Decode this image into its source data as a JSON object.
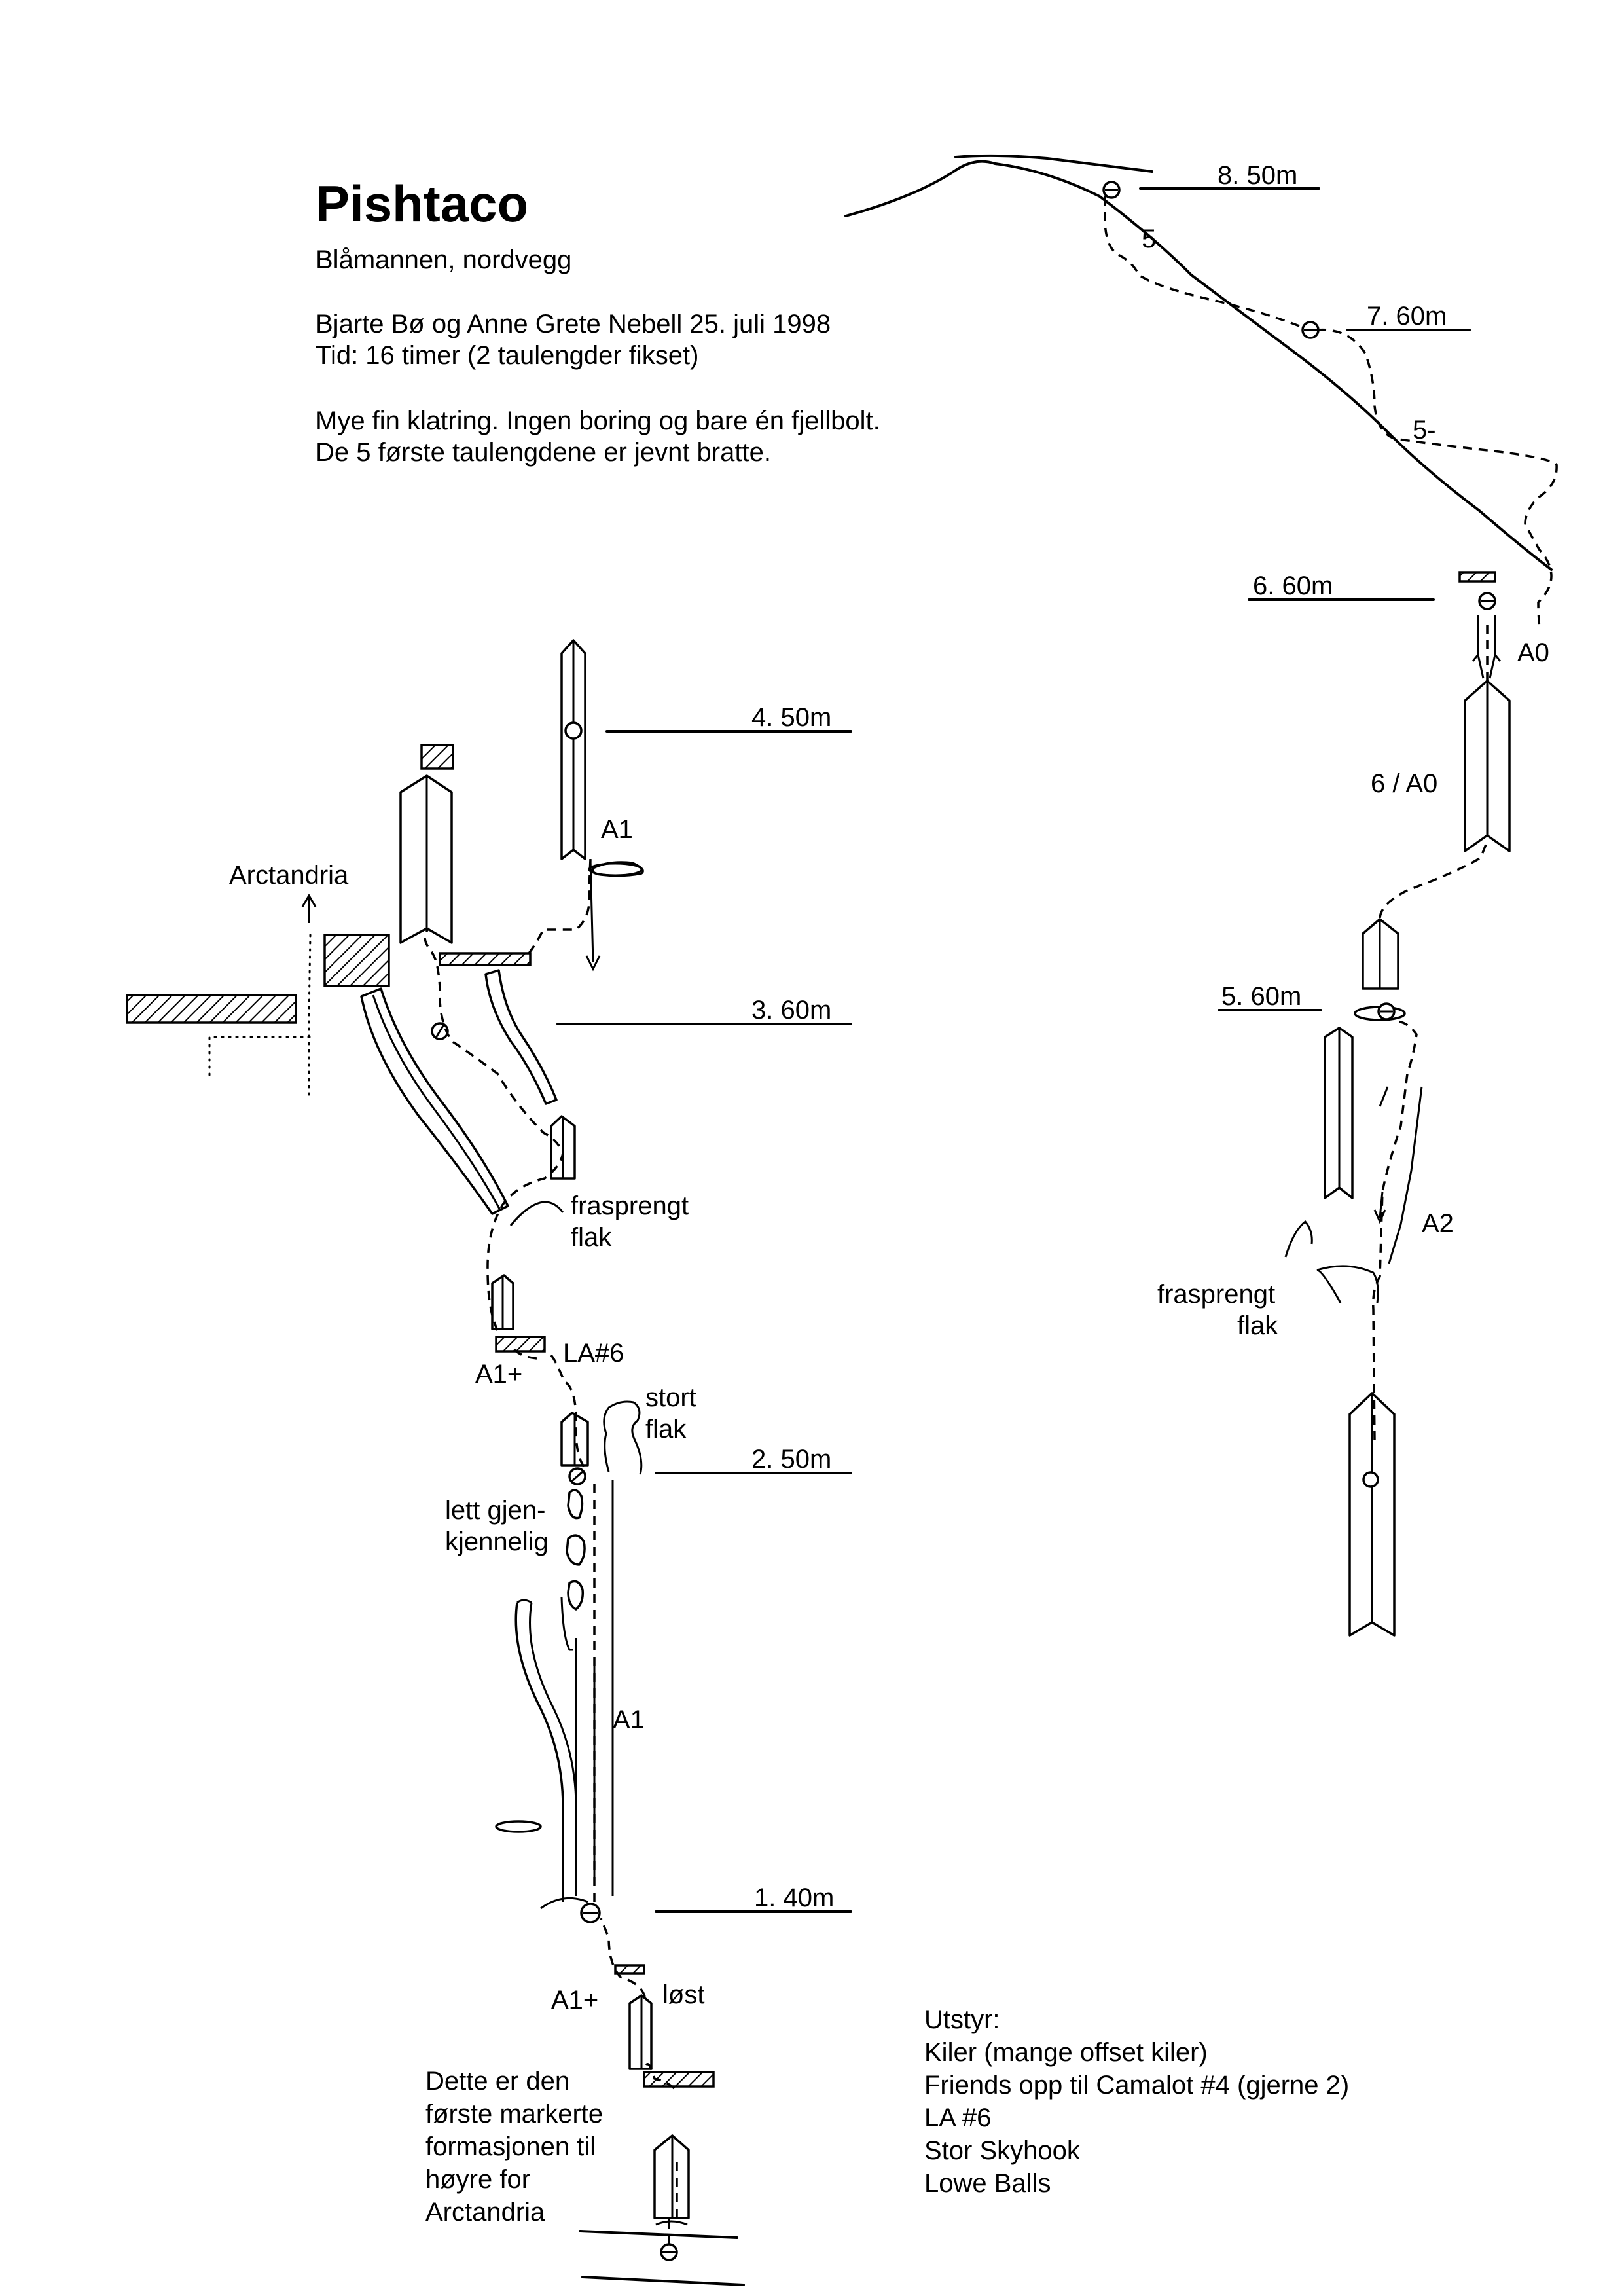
{
  "header": {
    "title": "Pishtaco",
    "subtitle": "Blåmannen, nordvegg",
    "first_ascent": "Bjarte Bø og Anne Grete Nebell 25. juli 1998",
    "time": "Tid: 16 timer (2 taulengder fikset)",
    "comment_1": "Mye fin klatring. Ingen boring og bare én fjellbolt.",
    "comment_2": "De 5 første taulengdene er jevnt bratte."
  },
  "pitches": [
    {
      "label": "1. 40m"
    },
    {
      "label": "2. 50m"
    },
    {
      "label": "3. 60m"
    },
    {
      "label": "4. 50m"
    },
    {
      "label": "5. 60m"
    },
    {
      "label": "6. 60m"
    },
    {
      "label": "7. 60m"
    },
    {
      "label": "8. 50m"
    }
  ],
  "annotations": {
    "arctandria": "Arctandria",
    "a1_p4": "A1",
    "frasprengt_left_1": "frasprengt",
    "frasprengt_left_2": "flak",
    "la6": "LA#6",
    "a1plus_upper": "A1+",
    "stort_1": "stort",
    "stort_2": "flak",
    "lett_1": "lett gjen-",
    "lett_2": "kjennelig",
    "a1_p1": "A1",
    "a1plus_lower": "A1+",
    "lost": "løst",
    "start_1": "Dette er den",
    "start_2": "første markerte",
    "start_3": "formasjonen til",
    "start_4": "høyre for",
    "start_5": "Arctandria",
    "grade_5": "5",
    "grade_5minus": "5-",
    "a0": "A0",
    "grade_6a0": "6 / A0",
    "a2": "A2",
    "frasprengt_right_1": "frasprengt",
    "frasprengt_right_2": "flak"
  },
  "equipment": {
    "heading": "Utstyr:",
    "items": [
      "Kiler (mange offset kiler)",
      "Friends opp til Camalot #4 (gjerne 2)",
      "LA #6",
      "Stor Skyhook",
      "Lowe Balls"
    ]
  }
}
